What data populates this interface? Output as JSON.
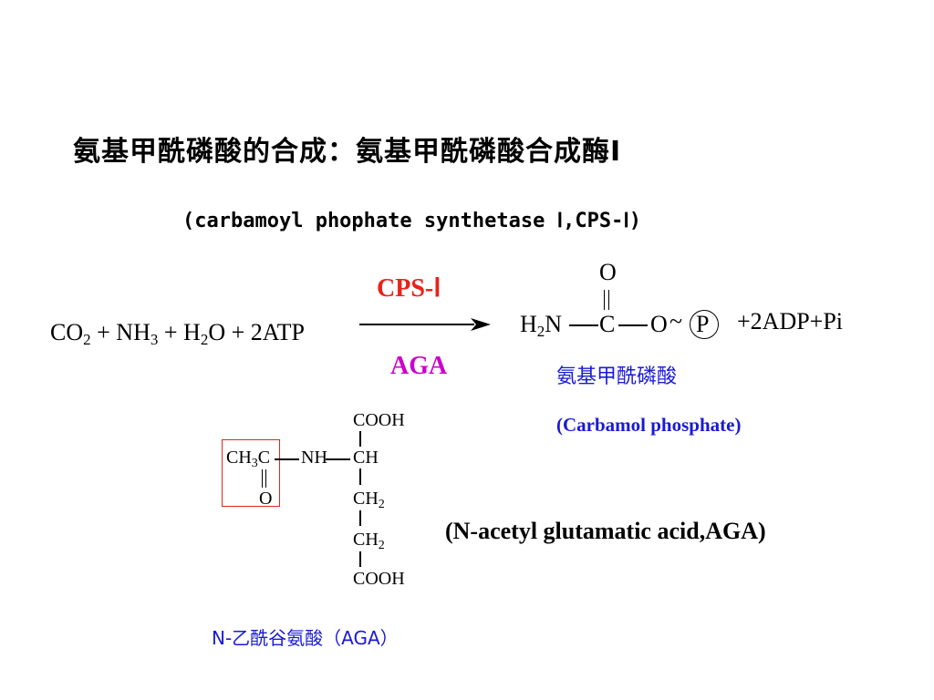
{
  "title": "氨基甲酰磷酸的合成：氨基甲酰磷酸合成酶Ⅰ",
  "subtitle": "(carbamoyl phophate synthetase Ⅰ,CPS-Ⅰ)",
  "reaction": {
    "reactants": {
      "co": "CO",
      "co_sub": "2",
      "plus1": "+",
      "nh": "NH",
      "nh_sub": "3",
      "plus2": "+",
      "h": "H",
      "h_sub": "2",
      "h_o": "O",
      "plus3": "+",
      "atp": "2ATP"
    },
    "enzyme_above": "CPS-Ⅰ",
    "cofactor_below": "AGA",
    "product": {
      "oxygen_top": "O",
      "h": "H",
      "h_sub": "2",
      "n": "N",
      "c": "C",
      "o": "O",
      "tilde": "~",
      "p": "P",
      "byproducts": "+2ADP+Pi"
    },
    "product_name_cn": "氨基甲酰磷酸",
    "product_name_en": "(Carbamol phosphate)"
  },
  "aga": {
    "cooh_top": "COOH",
    "ch3": "CH",
    "ch3_sub": "3",
    "c": "C",
    "nh": "NH",
    "ch": "CH",
    "o": "O",
    "ch2a": "CH",
    "ch2a_sub": "2",
    "ch2b": "CH",
    "ch2b_sub": "2",
    "cooh_bottom": "COOH",
    "name_en": "(N-acetyl glutamatic acid,AGA)",
    "name_cn": "N-乙酰谷氨酸（AGA）"
  },
  "colors": {
    "enzyme": "#e8231a",
    "cofactor": "#cc00cc",
    "product_name": "#1a1ad6",
    "highlight_box": "#e8231a"
  }
}
